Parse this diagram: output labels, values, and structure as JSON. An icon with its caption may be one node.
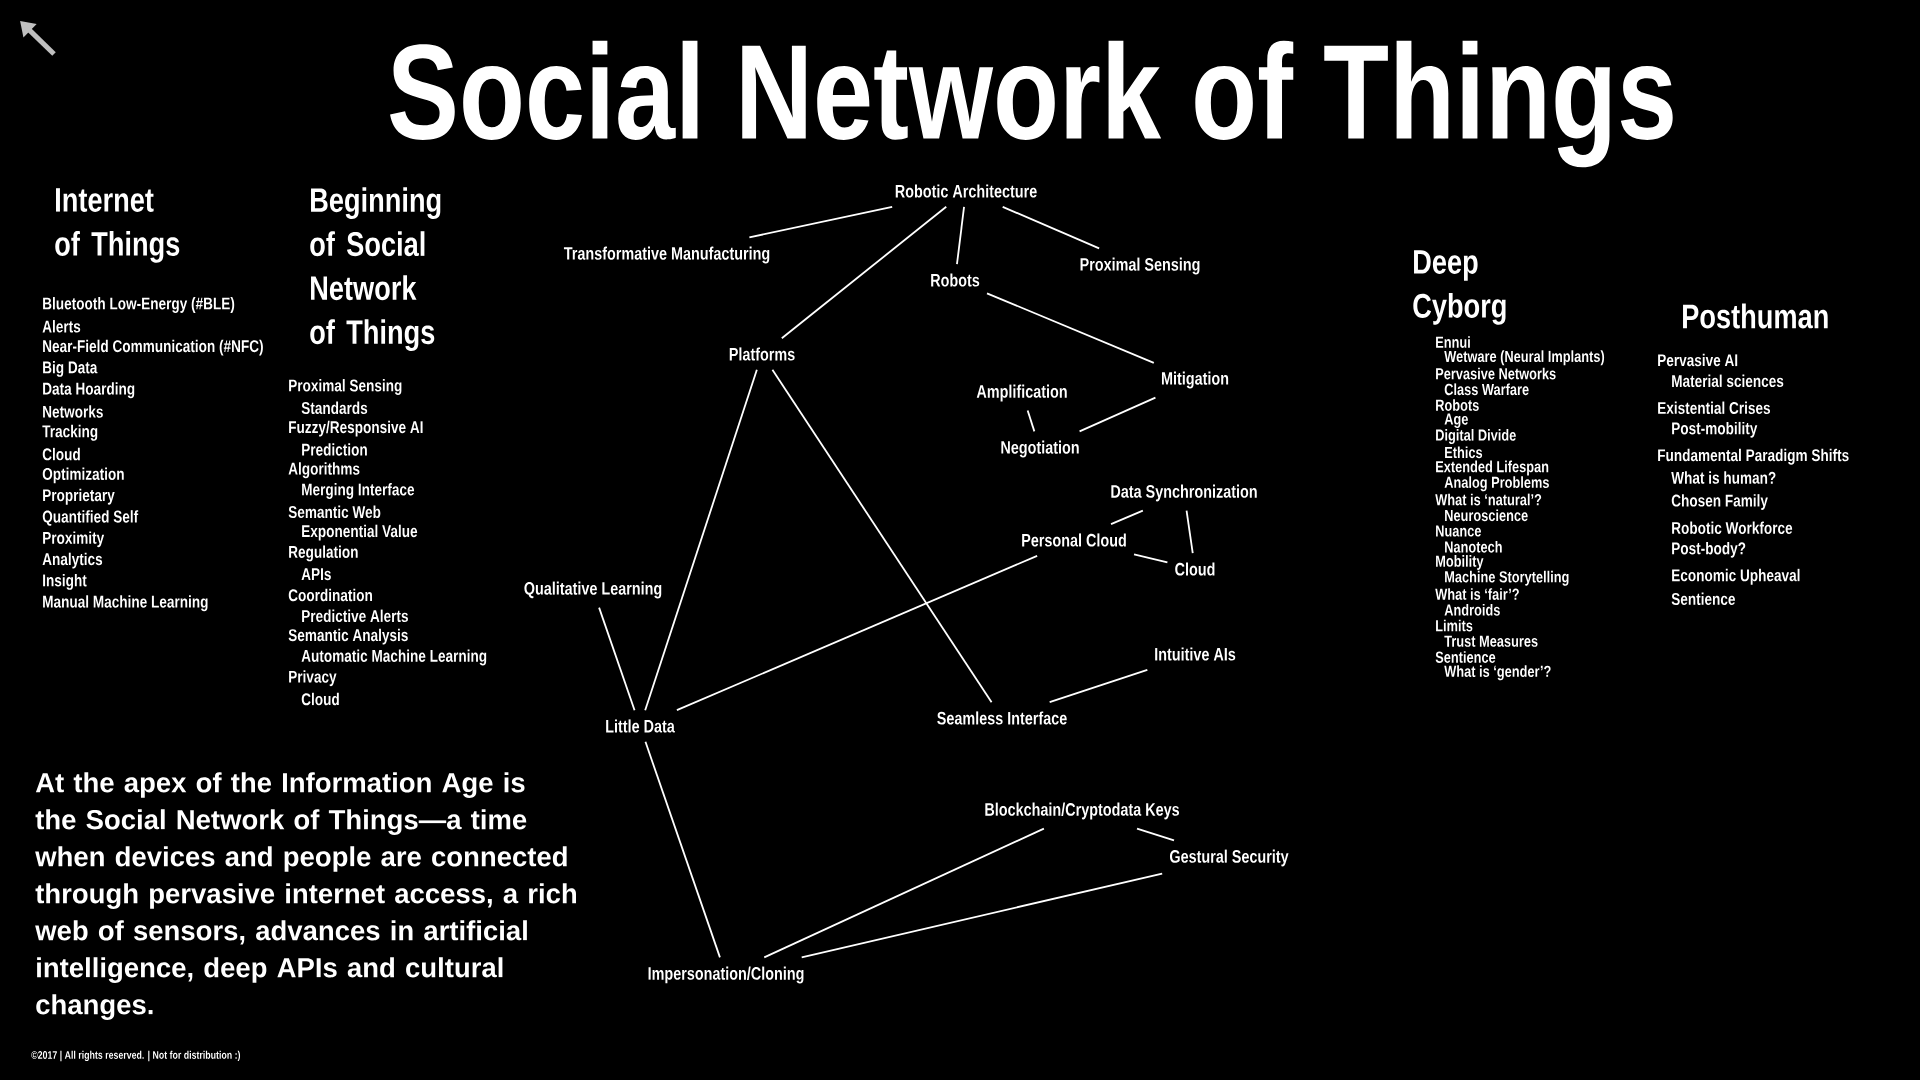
{
  "diagram": {
    "title": "Social Network of Things",
    "nodes": [
      {
        "text": [
          "Robotic Architecture"
        ]
      },
      {
        "text": [
          "Transformative Manufacturing"
        ]
      },
      {
        "text": [
          "Robots"
        ]
      },
      {
        "text": [
          "Proximal Sensing"
        ]
      },
      {
        "text": [
          "Platforms"
        ]
      },
      {
        "text": [
          "Amplification"
        ]
      },
      {
        "text": [
          "Mitigation"
        ]
      },
      {
        "text": [
          "Negotiation"
        ]
      },
      {
        "text": [
          "Data Synchronization"
        ]
      },
      {
        "text": [
          "Personal Cloud"
        ]
      },
      {
        "text": [
          "Cloud"
        ]
      },
      {
        "text": [
          "Qualitative Learning"
        ]
      },
      {
        "text": [
          "Intuitive AIs"
        ]
      },
      {
        "text": [
          "Little Data"
        ]
      },
      {
        "text": [
          "Seamless Interface"
        ]
      },
      {
        "text": [
          "Blockchain/Cryptodata Keys"
        ]
      },
      {
        "text": [
          "Gestural Security"
        ]
      },
      {
        "text": [
          "Impersonation/Cloning"
        ]
      }
    ],
    "edges": [
      {
        "from": 0,
        "to": 1,
        "arrow": "none"
      },
      {
        "from": 0,
        "to": 4,
        "arrow": "none"
      },
      {
        "from": 0,
        "to": 2,
        "arrow": "none"
      },
      {
        "from": 0,
        "to": 3,
        "arrow": "none"
      },
      {
        "from": 2,
        "to": 6,
        "arrow": "none"
      },
      {
        "from": 6,
        "to": 7,
        "arrow": "none"
      },
      {
        "from": 5,
        "to": 7,
        "arrow": "none"
      },
      {
        "from": 4,
        "to": 13,
        "arrow": "none"
      },
      {
        "from": 4,
        "to": 14,
        "arrow": "none"
      },
      {
        "from": 11,
        "to": 13,
        "arrow": "none"
      },
      {
        "from": 13,
        "to": 9,
        "arrow": "none"
      },
      {
        "from": 9,
        "to": 8,
        "arrow": "none"
      },
      {
        "from": 9,
        "to": 10,
        "arrow": "none"
      },
      {
        "from": 8,
        "to": 10,
        "arrow": "none"
      },
      {
        "from": 14,
        "to": 12,
        "arrow": "none"
      },
      {
        "from": 13,
        "to": 17,
        "arrow": "none"
      },
      {
        "from": 17,
        "to": 15,
        "arrow": "none"
      },
      {
        "from": 17,
        "to": 16,
        "arrow": "none"
      },
      {
        "from": 15,
        "to": 16,
        "arrow": "none"
      }
    ],
    "labels": [
      "Internet of Things",
      "Bluetooth Low-Energy (#BLE)",
      "Alerts",
      "Near-Field Communication (#NFC)",
      "Big Data",
      "Data Hoarding",
      "Networks",
      "Tracking",
      "Cloud",
      "Optimization",
      "Proprietary",
      "Quantified Self",
      "Proximity",
      "Analytics",
      "Insight",
      "Manual Machine Learning",
      "Beginning of Social Network of Things",
      "Proximal Sensing",
      "Standards",
      "Fuzzy/Responsive AI",
      "Prediction",
      "Algorithms",
      "Merging Interface",
      "Semantic Web",
      "Exponential Value",
      "Regulation",
      "APIs",
      "Coordination",
      "Predictive Alerts",
      "Semantic Analysis",
      "Automatic Machine Learning",
      "Privacy",
      "Cloud",
      "Deep Cyborg",
      "Ennui",
      "Wetware (Neural Implants)",
      "Pervasive Networks",
      "Class Warfare",
      "Robots",
      "Age",
      "Digital Divide",
      "Ethics",
      "Extended Lifespan",
      "Analog Problems",
      "What is ‘natural’?",
      "Neuroscience",
      "Nuance",
      "Nanotech",
      "Mobility",
      "Machine Storytelling",
      "What is ‘fair’?",
      "Androids",
      "Limits",
      "Trust Measures",
      "Sentience",
      "What is ‘gender’?",
      "Posthuman",
      "Pervasive AI",
      "Material sciences",
      "Existential Crises",
      "Post-mobility",
      "Fundamental Paradigm Shifts",
      "What is human?",
      "Chosen Family",
      "Robotic Workforce",
      "Post-body?",
      "Economic Upheaval",
      "Sentience",
      "At the apex of the Information Age is the Social Network of Things—a time when devices and people are connected through pervasive internet access, a rich web of sensors, advances in artificial intelligence, deep APIs and cultural changes.",
      "©2017 | All rights reserved. | Not for distribution :)"
    ]
  }
}
